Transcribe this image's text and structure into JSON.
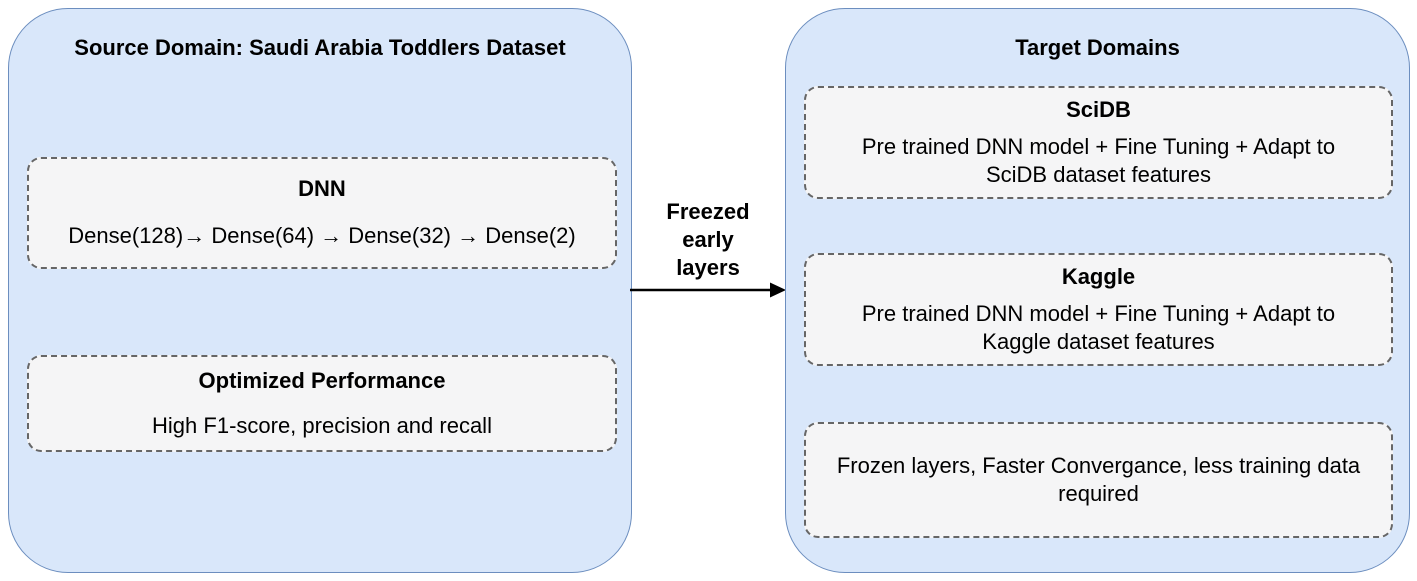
{
  "diagram": {
    "source_domain": {
      "title": "Source Domain: Saudi Arabia Toddlers Dataset",
      "dnn": {
        "title": "DNN",
        "layers": "Dense(128)→ Dense(64) → Dense(32) → Dense(2)"
      },
      "performance": {
        "title": "Optimized Performance",
        "body": "High F1-score, precision and recall"
      }
    },
    "transfer_arrow": {
      "label": "Freezed early layers"
    },
    "target_domains": {
      "title": "Target Domains",
      "scidb": {
        "title": "SciDB",
        "body": "Pre trained DNN model + Fine Tuning + Adapt to SciDB dataset features"
      },
      "kaggle": {
        "title": "Kaggle",
        "body": "Pre trained DNN model + Fine Tuning + Adapt to Kaggle dataset features"
      },
      "benefits": {
        "body": "Frozen layers, Faster Convergance, less training data required"
      }
    },
    "colors": {
      "domain_fill": "#d9e7fa",
      "domain_stroke": "#6c8ebf",
      "card_fill": "#f5f5f6",
      "card_stroke": "#666666",
      "arrow": "#000000",
      "text": "#000000"
    }
  }
}
